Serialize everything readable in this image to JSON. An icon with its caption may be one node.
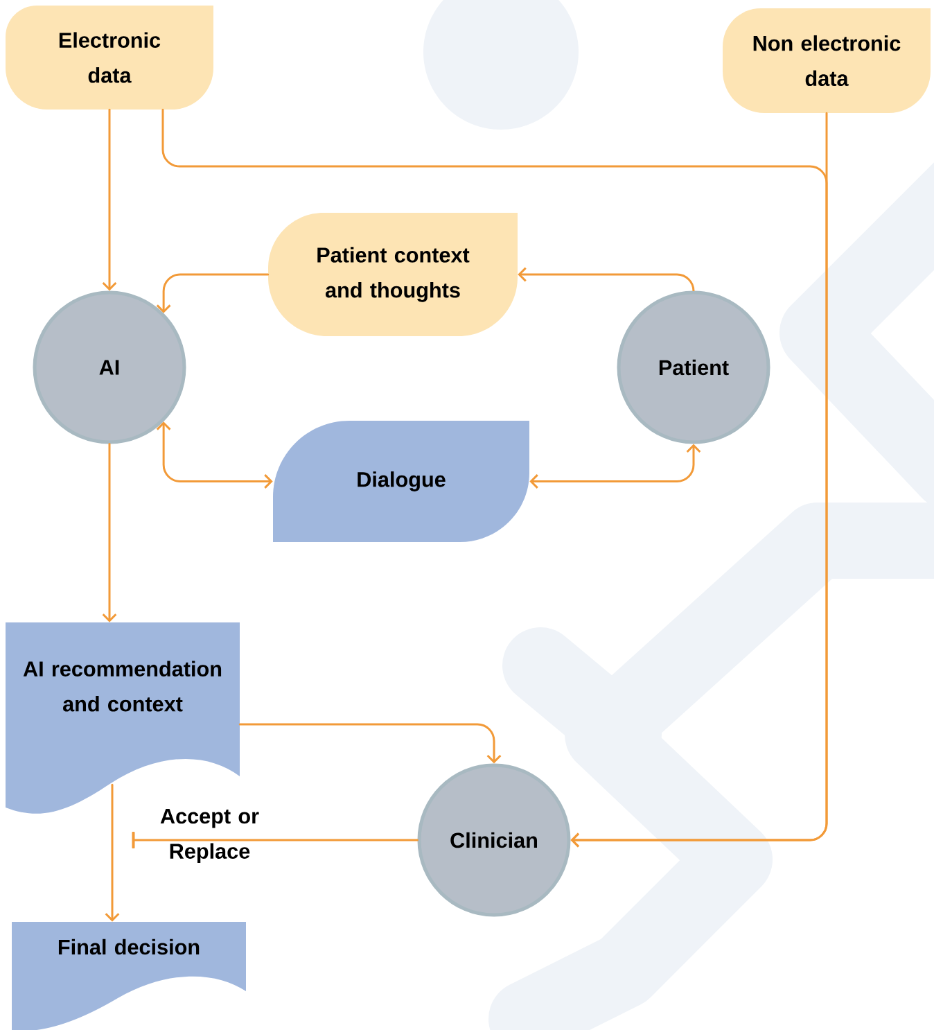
{
  "diagram": {
    "nodes": [
      {
        "text": [
          "Electronic data"
        ]
      },
      {
        "text": [
          "Non electronic data"
        ]
      },
      {
        "text": [
          "Patient context and thoughts"
        ]
      },
      {
        "text": [
          "AI"
        ]
      },
      {
        "text": [
          "Patient"
        ]
      },
      {
        "text": [
          "Dialogue"
        ]
      },
      {
        "text": [
          "AI recommendation and context"
        ]
      },
      {
        "text": [
          "Clinician"
        ]
      },
      {
        "text": [
          "Final decision"
        ]
      }
    ],
    "edges": [
      {
        "from": 0,
        "to": 3,
        "arrow": "to"
      },
      {
        "from": 0,
        "to": 7,
        "arrow": "to"
      },
      {
        "from": 1,
        "to": 7,
        "arrow": "to"
      },
      {
        "from": 2,
        "to": 3,
        "arrow": "to"
      },
      {
        "from": 4,
        "to": 2,
        "arrow": "to"
      },
      {
        "from": 3,
        "to": 5,
        "arrow": "both"
      },
      {
        "from": 5,
        "to": 4,
        "arrow": "both"
      },
      {
        "from": 3,
        "to": 6,
        "arrow": "to"
      },
      {
        "from": 6,
        "to": 7,
        "arrow": "to"
      },
      {
        "from": 7,
        "to": null,
        "arrow": "other",
        "label": "Accept or Replace"
      },
      {
        "from": 6,
        "to": 8,
        "arrow": "to"
      }
    ]
  }
}
